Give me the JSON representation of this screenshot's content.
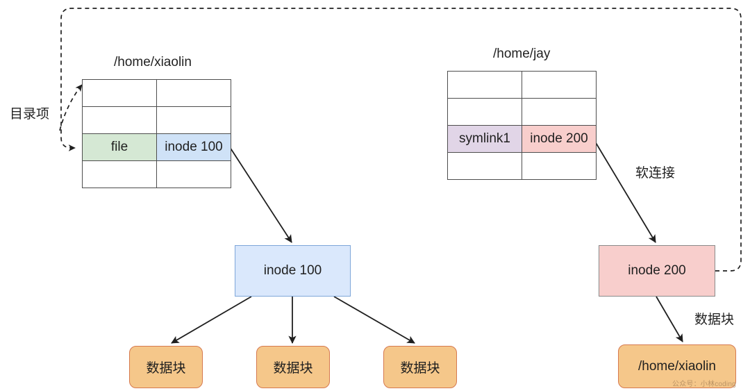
{
  "diagram": {
    "title_left": "/home/xiaolin",
    "title_right": "/home/jay",
    "label_dirent": "目录项",
    "label_symlink": "软连接",
    "label_datablock_right": "数据块",
    "watermark": "公众号：小林coding",
    "colors": {
      "green": "#d5e8d4",
      "blue_cell": "#cfe2f7",
      "purple": "#e1d5e7",
      "pink": "#f8cecc",
      "inode_blue_fill": "#dae8fc",
      "inode_blue_border": "#7ea6d9",
      "inode_pink_fill": "#f8cecc",
      "inode_pink_border": "#8a8a8a",
      "datablock_fill": "#f5c78a",
      "datablock_border": "#d6794f",
      "line": "#1f1f1f",
      "table_border": "#4d4d4d"
    }
  },
  "left_table": {
    "name": "/home/xiaolin",
    "rows": [
      {
        "name": "",
        "inode": "",
        "highlight": false
      },
      {
        "name": "",
        "inode": "",
        "highlight": false
      },
      {
        "name": "file",
        "inode": "inode 100",
        "highlight": true
      },
      {
        "name": "",
        "inode": "",
        "highlight": false
      }
    ]
  },
  "right_table": {
    "name": "/home/jay",
    "rows": [
      {
        "name": "",
        "inode": "",
        "highlight": false
      },
      {
        "name": "",
        "inode": "",
        "highlight": false
      },
      {
        "name": "symlink1",
        "inode": "inode 200",
        "highlight": true
      },
      {
        "name": "",
        "inode": "",
        "highlight": false
      }
    ]
  },
  "nodes": {
    "inode100": "inode 100",
    "inode200": "inode 200",
    "datablock1": "数据块",
    "datablock2": "数据块",
    "datablock3": "数据块",
    "target_path": "/home/xiaolin"
  }
}
